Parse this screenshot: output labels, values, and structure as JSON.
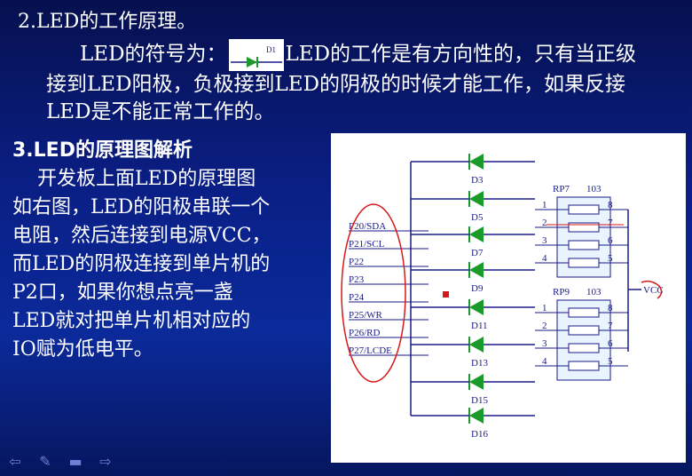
{
  "slide": {
    "title": "2.LED的工作原理。",
    "para1_before": "LED的符号为：",
    "para1_after": "LED的工作是有方向性的，只有当正级接到LED阳极，负极接到LED的阴极的时候才能工作，如果反接LED是不能正常工作的。",
    "led_symbol_label": "D1",
    "section3_heading": "3.LED的原理图解析",
    "section3_lines": [
      "开发板上面LED的原理图",
      "如右图，LED的阳极串联一个",
      "电阻，然后连接到电源VCC，",
      "而LED的阴极连接到单片机的",
      "P2口，如果你想点亮一盏",
      "LED就对把单片机相对应的",
      "IO赋为低电平。"
    ]
  },
  "schematic": {
    "ports": [
      "P20/SDA",
      "P21/SCL",
      "P22",
      "P23",
      "P24",
      "P25/WR",
      "P26/RD",
      "P27/LCDE"
    ],
    "diode_labels": [
      "D3",
      "D5",
      "D7",
      "D9",
      "D11",
      "D13",
      "D15",
      "D16"
    ],
    "rp7": {
      "name": "RP7",
      "value": "103",
      "left_pins": [
        "1",
        "2",
        "3",
        "4"
      ],
      "right_pins": [
        "8",
        "7",
        "6",
        "5"
      ]
    },
    "rp9": {
      "name": "RP9",
      "value": "103",
      "left_pins": [
        "1",
        "2",
        "3",
        "4"
      ],
      "right_pins": [
        "8",
        "7",
        "6",
        "5"
      ]
    },
    "vcc_label": "VCC"
  },
  "nav": {
    "icons": [
      "back-arrow-icon",
      "pen-icon",
      "menu-icon",
      "forward-arrow-icon"
    ]
  },
  "colors": {
    "background": "#0a1f86",
    "text": "#ffffff",
    "diode_green": "#1a9a2a",
    "annotation_red": "#d81818",
    "wire_blue": "#1a1a8a"
  }
}
